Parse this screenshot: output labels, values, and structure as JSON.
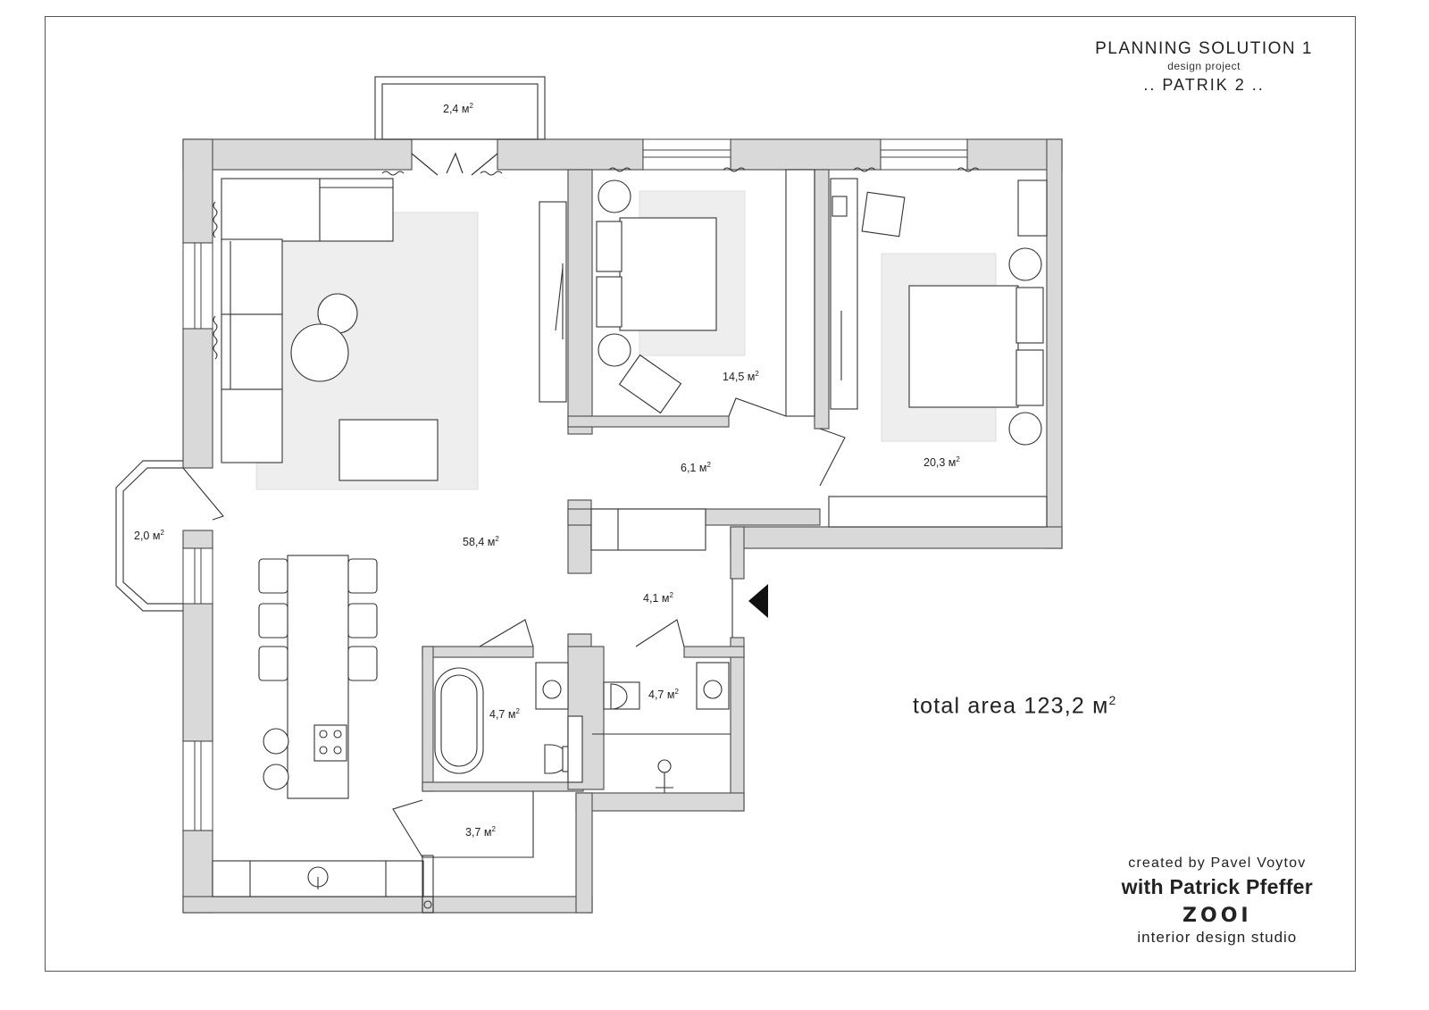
{
  "title_block": {
    "title": "PLANNING SOLUTION 1",
    "subtitle": "design project",
    "project_name": ".. PATRIK 2 .."
  },
  "total_area": {
    "text": "total area 123,2 м",
    "superscript": "2"
  },
  "credits": {
    "created_by": "created by Pavel Voytov",
    "with": "with Patrick Pfeffer",
    "logo": "ZOOI",
    "studio": "interior design studio"
  },
  "rooms": {
    "balcony": {
      "area": "2,4 м",
      "unit_sup": "2"
    },
    "bay_window": {
      "area": "2,0 м",
      "unit_sup": "2"
    },
    "living_kitchen": {
      "area": "58,4 м",
      "unit_sup": "2"
    },
    "bedroom_small": {
      "area": "14,5 м",
      "unit_sup": "2"
    },
    "hall": {
      "area": "6,1 м",
      "unit_sup": "2"
    },
    "bedroom_master": {
      "area": "20,3 м",
      "unit_sup": "2"
    },
    "entrance": {
      "area": "4,1 м",
      "unit_sup": "2"
    },
    "bathroom_1": {
      "area": "4,7 м",
      "unit_sup": "2"
    },
    "bathroom_2": {
      "area": "4,7 м",
      "unit_sup": "2"
    },
    "storage": {
      "area": "3,7 м",
      "unit_sup": "2"
    }
  },
  "colors": {
    "wall_fill": "#d9d9d9",
    "wall_stroke": "#555555",
    "rug_fill": "#eeeeee",
    "line": "#333333"
  }
}
